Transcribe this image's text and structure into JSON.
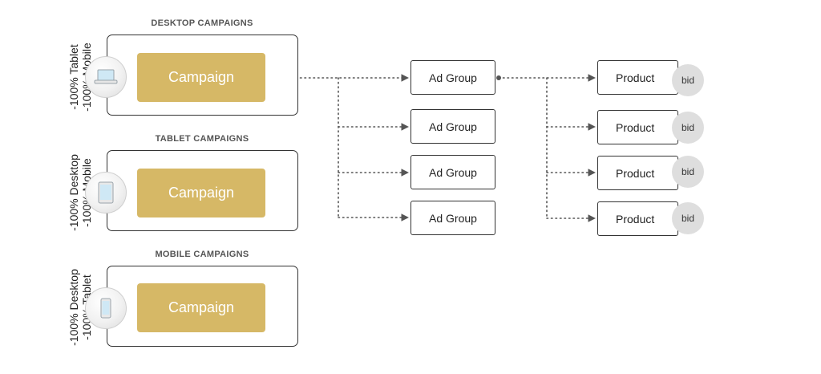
{
  "sections": [
    {
      "title": "DESKTOP CAMPAIGNS",
      "campaign_label": "Campaign",
      "adjust_line1": "-100% Tablet",
      "adjust_line2": "-100% Mobile",
      "device_icon": "laptop-icon"
    },
    {
      "title": "TABLET CAMPAIGNS",
      "campaign_label": "Campaign",
      "adjust_line1": "-100% Desktop",
      "adjust_line2": "-100% Mobile",
      "device_icon": "tablet-icon"
    },
    {
      "title": "MOBILE CAMPAIGNS",
      "campaign_label": "Campaign",
      "adjust_line1": "-100% Desktop",
      "adjust_line2": "-100% Tablet",
      "device_icon": "phone-icon"
    }
  ],
  "ad_groups": [
    "Ad Group",
    "Ad Group",
    "Ad Group",
    "Ad Group"
  ],
  "products": [
    {
      "label": "Product",
      "bid": "bid"
    },
    {
      "label": "Product",
      "bid": "bid"
    },
    {
      "label": "Product",
      "bid": "bid"
    },
    {
      "label": "Product",
      "bid": "bid"
    }
  ],
  "colors": {
    "campaign_fill": "#d6b866",
    "bid_fill": "#dedede",
    "connector": "#555555"
  }
}
